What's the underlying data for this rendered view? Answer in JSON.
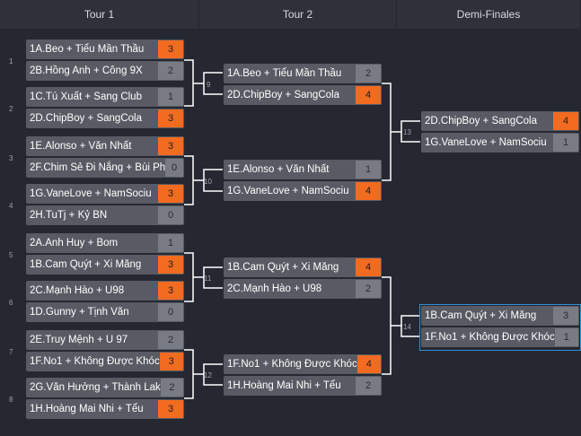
{
  "rounds": [
    "Tour 1",
    "Tour 2",
    "Demi-Finales"
  ],
  "matches": [
    {
      "id": "1",
      "teams": [
        {
          "name": "1A.Beo + Tiểu Mần Thầu",
          "score": "3",
          "win": true
        },
        {
          "name": "2B.Hồng Anh + Công 9X",
          "score": "2",
          "win": false
        }
      ]
    },
    {
      "id": "2",
      "teams": [
        {
          "name": "1C.Tú Xuất + Sang Club",
          "score": "1",
          "win": false
        },
        {
          "name": "2D.ChipBoy + SangCola",
          "score": "3",
          "win": true
        }
      ]
    },
    {
      "id": "3",
      "teams": [
        {
          "name": "1E.Alonso + Văn Nhất",
          "score": "3",
          "win": true
        },
        {
          "name": "2F.Chim Sẻ Đi Nắng + Bùi Ph",
          "score": "0",
          "win": false
        }
      ]
    },
    {
      "id": "4",
      "teams": [
        {
          "name": "1G.VaneLove + NamSociu",
          "score": "3",
          "win": true
        },
        {
          "name": "2H.TuTj + Kỷ BN",
          "score": "0",
          "win": false
        }
      ]
    },
    {
      "id": "5",
      "teams": [
        {
          "name": "2A.Anh Huy + Bom",
          "score": "1",
          "win": false
        },
        {
          "name": "1B.Cam Quýt + Xi Măng",
          "score": "3",
          "win": true
        }
      ]
    },
    {
      "id": "6",
      "teams": [
        {
          "name": "2C.Mạnh Hào + U98",
          "score": "3",
          "win": true
        },
        {
          "name": "1D.Gunny + Tịnh Văn",
          "score": "0",
          "win": false
        }
      ]
    },
    {
      "id": "7",
      "teams": [
        {
          "name": "2E.Truy Mệnh + U 97",
          "score": "2",
          "win": false
        },
        {
          "name": "1F.No1 + Không Được Khóc",
          "score": "3",
          "win": true
        }
      ]
    },
    {
      "id": "8",
      "teams": [
        {
          "name": "2G.Văn Hưởng + Thành Lak",
          "score": "2",
          "win": false
        },
        {
          "name": "1H.Hoàng Mai Nhi + Tểu",
          "score": "3",
          "win": true
        }
      ]
    },
    {
      "id": "9",
      "teams": [
        {
          "name": "1A.Beo + Tiểu Mần Thầu",
          "score": "2",
          "win": false
        },
        {
          "name": "2D.ChipBoy + SangCola",
          "score": "4",
          "win": true
        }
      ]
    },
    {
      "id": "10",
      "teams": [
        {
          "name": "1E.Alonso + Văn Nhất",
          "score": "1",
          "win": false
        },
        {
          "name": "1G.VaneLove + NamSociu",
          "score": "4",
          "win": true
        }
      ]
    },
    {
      "id": "11",
      "teams": [
        {
          "name": "1B.Cam Quýt + Xi Măng",
          "score": "4",
          "win": true
        },
        {
          "name": "2C.Mạnh Hào + U98",
          "score": "2",
          "win": false
        }
      ]
    },
    {
      "id": "12",
      "teams": [
        {
          "name": "1F.No1 + Không Được Khóc",
          "score": "4",
          "win": true
        },
        {
          "name": "1H.Hoàng Mai Nhi + Tểu",
          "score": "2",
          "win": false
        }
      ]
    },
    {
      "id": "13",
      "teams": [
        {
          "name": "2D.ChipBoy + SangCola",
          "score": "4",
          "win": true
        },
        {
          "name": "1G.VaneLove + NamSociu",
          "score": "1",
          "win": false
        }
      ]
    },
    {
      "id": "14",
      "teams": [
        {
          "name": "1B.Cam Quýt + Xi Măng",
          "score": "3",
          "win": false
        },
        {
          "name": "1F.No1 + Không Được Khóc",
          "score": "1",
          "win": false
        }
      ]
    }
  ]
}
